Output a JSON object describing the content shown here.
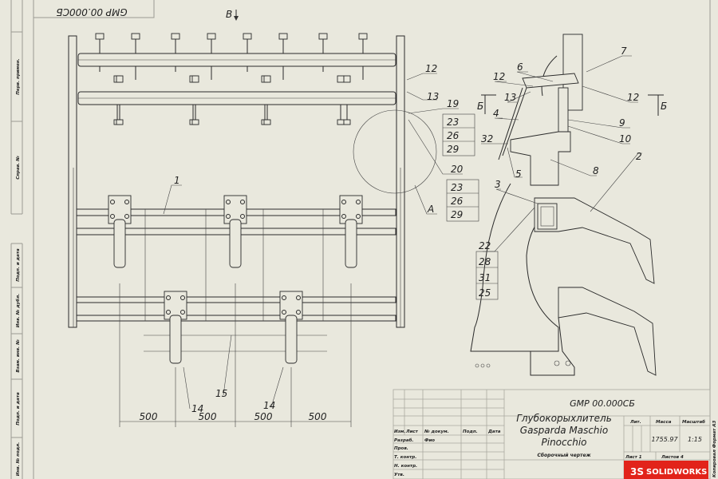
{
  "stamp": {
    "doc_number_mirrored": "GMP 00.000СБ"
  },
  "view_label": "В",
  "left_margin": [
    "Перв. примен.",
    "Справ. №",
    "Подп. и дата",
    "Инв. № дубл.",
    "Взам. инв. №",
    "Подп. и дата",
    "Инв. № подл."
  ],
  "callouts_plan": [
    "1",
    "12",
    "13",
    "19",
    "23",
    "26",
    "29",
    "20",
    "23",
    "26",
    "29",
    "А",
    "15",
    "14",
    "14"
  ],
  "dimensions": [
    "500",
    "500",
    "500",
    "500"
  ],
  "callouts_side": [
    "7",
    "6",
    "12",
    "13",
    "12",
    "4",
    "9",
    "10",
    "32",
    "5",
    "8",
    "2",
    "3",
    "22",
    "28",
    "31",
    "25"
  ],
  "section_marks": [
    "Б",
    "Б"
  ],
  "title_block": {
    "doc_number": "GMP 00.000СБ",
    "title_lines": [
      "Глубокорыхлитель",
      "Gasparda Maschio",
      "Pinocchio"
    ],
    "doc_type": "Сборочный чертеж",
    "header": [
      "Изм.",
      "Лист",
      "№ докум.",
      "Подп.",
      "Дата"
    ],
    "rows": [
      "Разраб.",
      "Пров.",
      "Т. контр.",
      "Н. контр.",
      "Утв."
    ],
    "developer": "Фио",
    "lit_label": "Лит.",
    "mass_label": "Масса",
    "scale_label": "Масштаб",
    "mass": "1755.97",
    "scale": "1:15",
    "sheet": "Лист 1",
    "sheets": "Листов 4",
    "logo": "SOLIDWORKS",
    "side_strip": "Копировал     Формат A3"
  },
  "colors": {
    "paper": "#e9e8dd",
    "line": "#2a2a2a",
    "logo_red": "#e2231a"
  }
}
